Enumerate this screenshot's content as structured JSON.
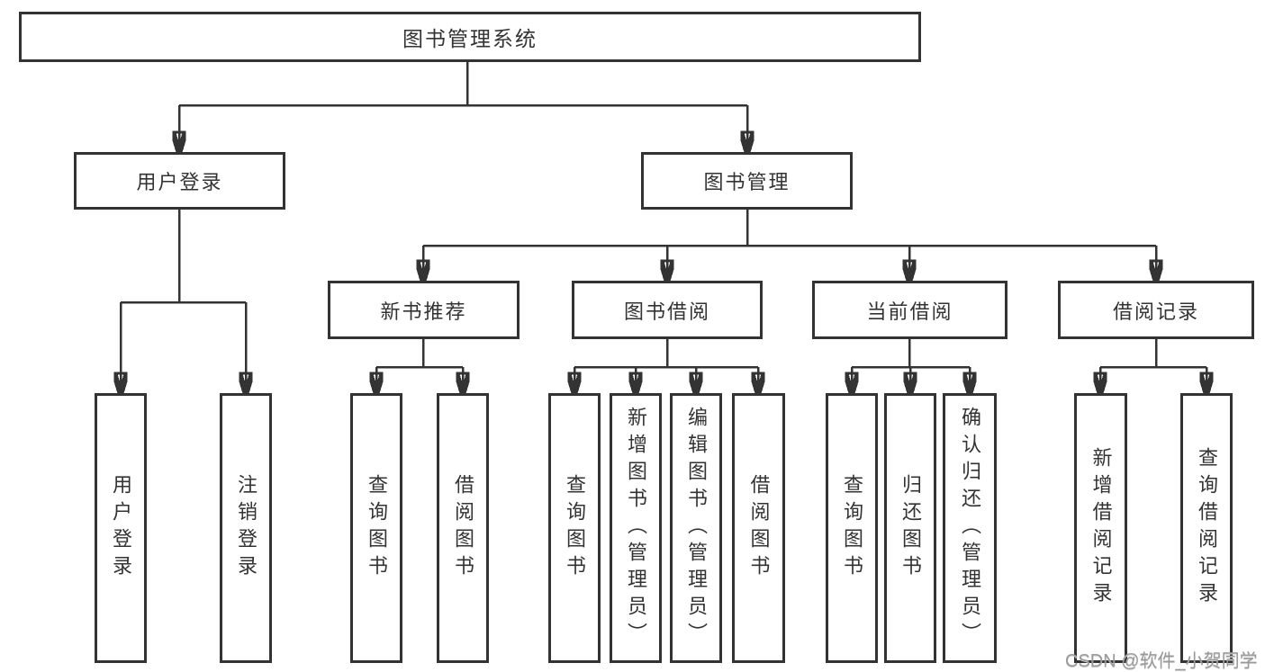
{
  "tree": {
    "root": "图书管理系统",
    "branches": [
      {
        "label": "用户登录",
        "children": [
          "用户登录",
          "注销登录"
        ]
      },
      {
        "label": "图书管理",
        "groups": [
          {
            "label": "新书推荐",
            "children": [
              "查询图书",
              "借阅图书"
            ]
          },
          {
            "label": "图书借阅",
            "children": [
              "查询图书",
              "新增图书（管理员）",
              "编辑图书（管理员）",
              "借阅图书"
            ]
          },
          {
            "label": "当前借阅",
            "children": [
              "查询图书",
              "归还图书",
              "确认归还（管理员）"
            ]
          },
          {
            "label": "借阅记录",
            "children": [
              "新增借阅记录",
              "查询借阅记录"
            ]
          }
        ]
      }
    ]
  },
  "watermark": "CSDN @软件_小贺同学",
  "colors": {
    "line": "#333333",
    "text": "#333333",
    "watermark": "#9a9a9a",
    "background": "#ffffff"
  }
}
